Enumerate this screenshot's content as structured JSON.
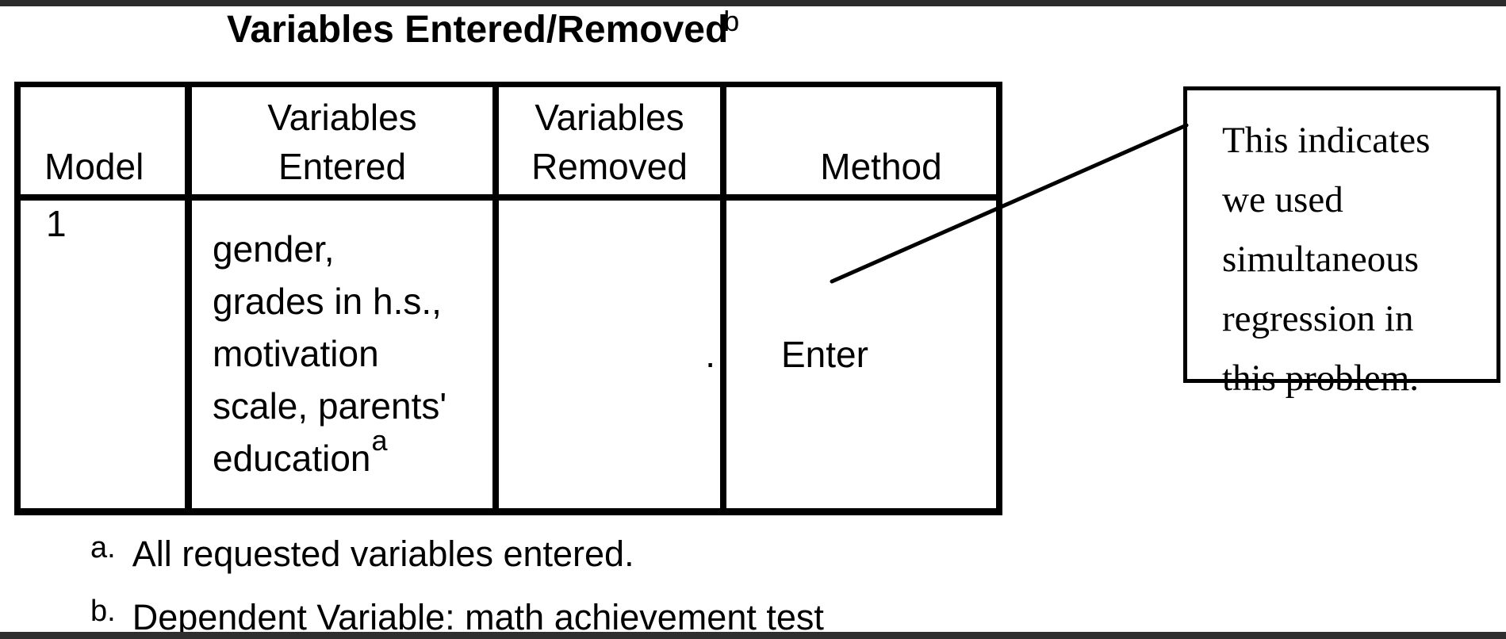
{
  "colors": {
    "background": "#ffffff",
    "ink": "#000000",
    "top_scan_bar": "#2b2b2b",
    "bottom_scan_bar": "#2f2f2f"
  },
  "title": {
    "text": "Variables Entered/Removed",
    "footnote_marker": "b"
  },
  "table": {
    "columns": [
      {
        "header_lines": [
          "Model"
        ]
      },
      {
        "header_lines": [
          "Variables",
          "Entered"
        ]
      },
      {
        "header_lines": [
          "Variables",
          "Removed"
        ]
      },
      {
        "header_lines": [
          "Method"
        ]
      }
    ],
    "row": {
      "model": "1",
      "variables_entered": {
        "lines": [
          "gender,",
          "grades in h.s.,",
          "motivation",
          "scale, parents'",
          "education"
        ],
        "footnote_marker": "a"
      },
      "variables_removed": ".",
      "method": "Enter"
    }
  },
  "footnotes": [
    {
      "marker": "a.",
      "text": "All requested variables entered."
    },
    {
      "marker": "b.",
      "text": "Dependent Variable: math achievement test"
    }
  ],
  "callout": {
    "lines": [
      "This indicates",
      "we used",
      "simultaneous",
      "regression in",
      "this problem."
    ]
  }
}
